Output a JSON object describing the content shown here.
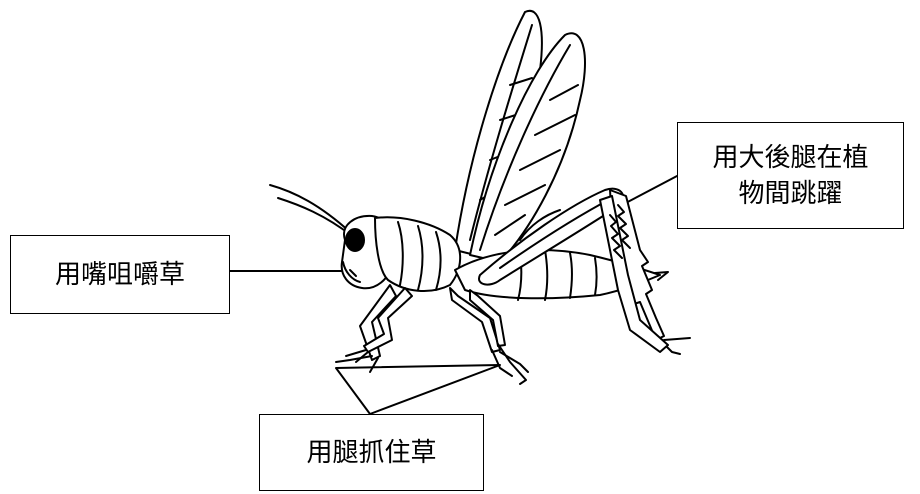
{
  "diagram": {
    "subject": "grasshopper-illustration",
    "labels": {
      "mouth": "用嘴咀嚼草",
      "hind_legs_line1": "用大後腿在植",
      "hind_legs_line2": "物間跳躍",
      "legs_grip": "用腿抓住草"
    },
    "colors": {
      "stroke": "#000000",
      "fill": "#ffffff"
    }
  }
}
